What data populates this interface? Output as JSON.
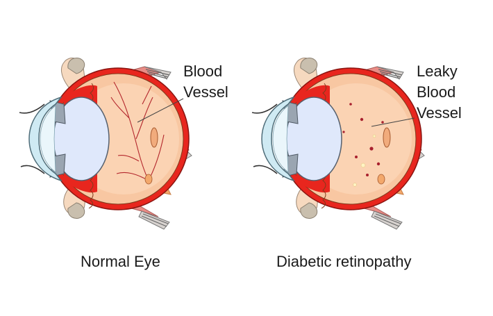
{
  "panels": [
    {
      "caption": "Normal Eye",
      "label_lines": [
        "Blood",
        "Vessel"
      ]
    },
    {
      "caption": "Diabetic retinopathy",
      "label_lines": [
        "Leaky",
        "Blood",
        "Vessel"
      ]
    }
  ],
  "colors": {
    "sclera_red": "#e8261e",
    "retina_peach": "#f8c7a2",
    "retina_peach_dark": "#f1ab7c",
    "lens_blue": "#dfe8fb",
    "cornea_blue": "#cfeaf3",
    "iris_gray": "#9aa5b1",
    "muscle_pink": "#e98c86",
    "skin": "#f6d9bf",
    "vessel": "#b3262c"
  }
}
